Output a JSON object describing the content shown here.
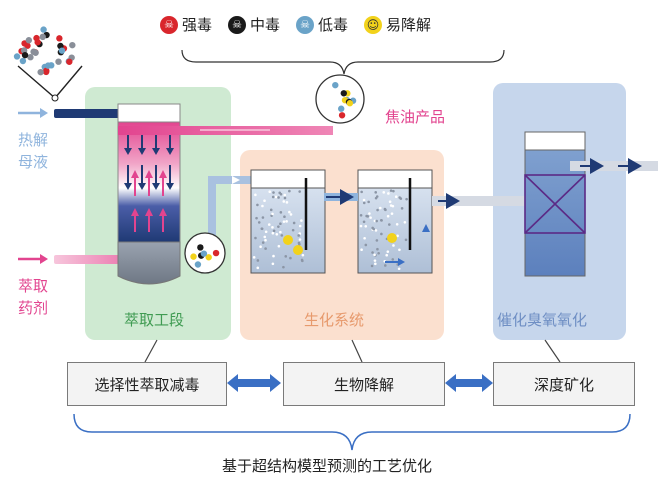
{
  "legend": [
    {
      "label": "强毒",
      "icon": "red-skull-icon",
      "color": "#d9262c"
    },
    {
      "label": "中毒",
      "icon": "black-skull-icon",
      "color": "#1a1a1a"
    },
    {
      "label": "低毒",
      "icon": "blue-skull-icon",
      "color": "#6aa3c8"
    },
    {
      "label": "易降解",
      "icon": "smiley-icon",
      "color": "#f2d21b"
    }
  ],
  "inputs": {
    "pyrolysis_liquor": "热解\n母液",
    "extractant": "萃取\n药剂"
  },
  "tar_product": "焦油产品",
  "stages": [
    {
      "label": "萃取工段",
      "color": "#cfead2"
    },
    {
      "label": "生化系统",
      "color": "#fbe0cf"
    },
    {
      "label": "催化臭氧氧化",
      "color": "#c6d6ec"
    }
  ],
  "processes": [
    "选择性萃取减毒",
    "生物降解",
    "深度矿化"
  ],
  "footer": "基于超结构模型预测的工艺优化",
  "colors": {
    "pink": "#e2448f",
    "navy": "#1f3a74",
    "light_blue": "#8fb4dd",
    "arrow_blue": "#3a6fc4"
  }
}
